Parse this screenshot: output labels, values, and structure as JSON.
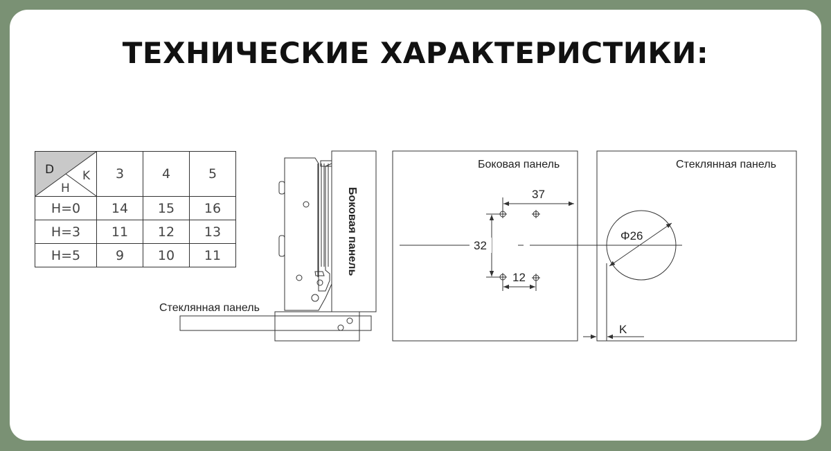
{
  "title": "ТЕХНИЧЕСКИЕ ХАРАКТЕРИСТИКИ:",
  "table": {
    "corner": {
      "d": "D",
      "k": "K",
      "h": "H"
    },
    "columns": [
      "3",
      "4",
      "5"
    ],
    "rows": [
      {
        "label": "H=0",
        "values": [
          "14",
          "15",
          "16"
        ]
      },
      {
        "label": "H=3",
        "values": [
          "11",
          "12",
          "13"
        ]
      },
      {
        "label": "H=5",
        "values": [
          "9",
          "10",
          "11"
        ]
      }
    ]
  },
  "side_view": {
    "side_panel_label": "Боковая панель",
    "glass_panel_label": "Стеклянная панель"
  },
  "drilling": {
    "side_panel_label": "Боковая панель",
    "glass_panel_label": "Стеклянная панель",
    "dim_37": "37",
    "dim_32": "32",
    "dim_12": "12",
    "dim_phi": "Φ26",
    "dim_k": "K"
  },
  "colors": {
    "background": "#7a9174",
    "card": "#ffffff",
    "line": "#333333"
  }
}
